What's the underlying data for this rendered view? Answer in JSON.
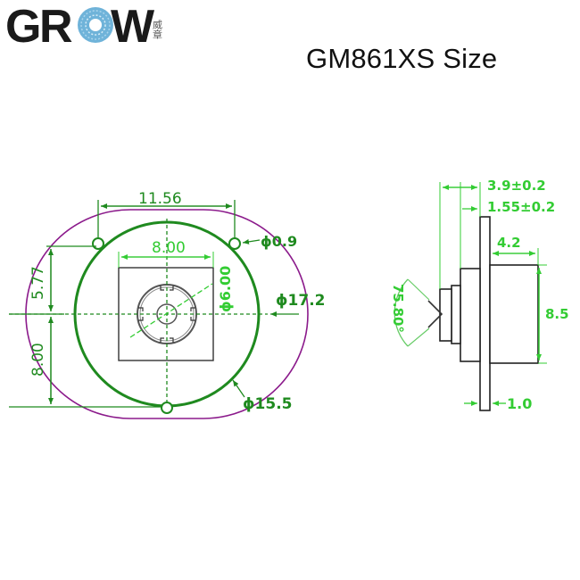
{
  "brand": {
    "logo_text_g": "G",
    "logo_text_r": "R",
    "logo_text_w": "W",
    "logo_cjk": "威章"
  },
  "header": {
    "title": "GM861XS Size"
  },
  "colors": {
    "dimension_dark_green": "#1f8a1f",
    "dimension_light_green": "#33cc33",
    "outline_purple": "#8b1a8b",
    "body_outline": "#222222",
    "logo_dark": "#1a1a1a",
    "logo_blue": "#6fb3d9"
  },
  "front_view": {
    "dim_width_holes": "11.56",
    "dim_sensor_width": "8.00",
    "dim_lens_diameter": "ϕ6.00",
    "dim_hole_diameter": "ϕ0.9",
    "dim_outer_diameter": "ϕ17.2",
    "dim_ring_diameter": "ϕ15.5",
    "dim_upper_height": "5.77",
    "dim_lower_height": "8.00"
  },
  "side_view": {
    "dim_total_depth": "3.9±0.2",
    "dim_step_depth": "1.55±0.2",
    "dim_rear_depth": "4.2",
    "dim_rear_height": "8.5",
    "dim_flange_thickness": "1.0",
    "dim_field_angle": "75.80°"
  }
}
